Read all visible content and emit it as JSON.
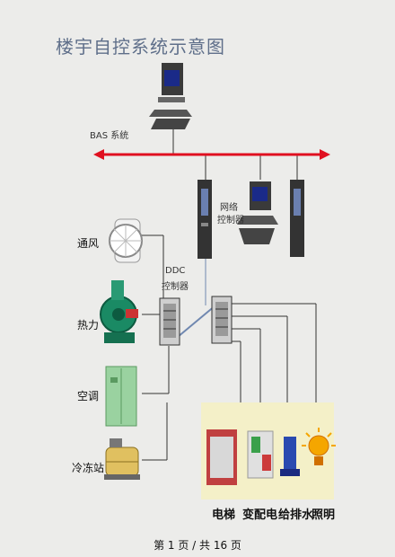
{
  "title": "楼宇自控系统示意图",
  "bas_label": "BAS 系统",
  "network_controller_label": [
    "网络",
    "控制器"
  ],
  "ddc_label": [
    "DDC",
    "控制器"
  ],
  "devices_left": [
    "通风",
    "热力",
    "空调",
    "冷冻站"
  ],
  "devices_bottom": [
    "电梯",
    "变配电",
    "给排水",
    "照明"
  ],
  "footer": "第 1 页 / 共 16 页",
  "colors": {
    "bus": "#e01020",
    "wire": "#333333",
    "title": "#5f6f8a"
  }
}
